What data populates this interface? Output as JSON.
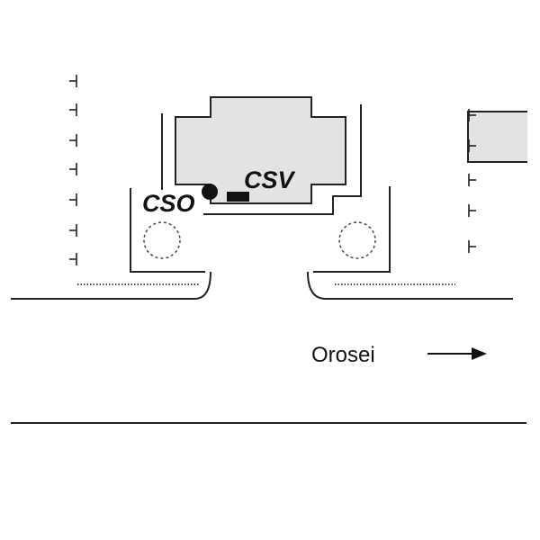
{
  "labels": {
    "cso": "CSO",
    "csv": "CSV",
    "direction": "Orosei"
  },
  "icons": {
    "direction_arrow": "arrow-right-icon",
    "cso_marker": "filled-circle-icon",
    "csv_marker": "filled-rectangle-icon"
  },
  "colors": {
    "line": "#222222",
    "building_fill": "#e3e3e3",
    "background": "#ffffff"
  }
}
